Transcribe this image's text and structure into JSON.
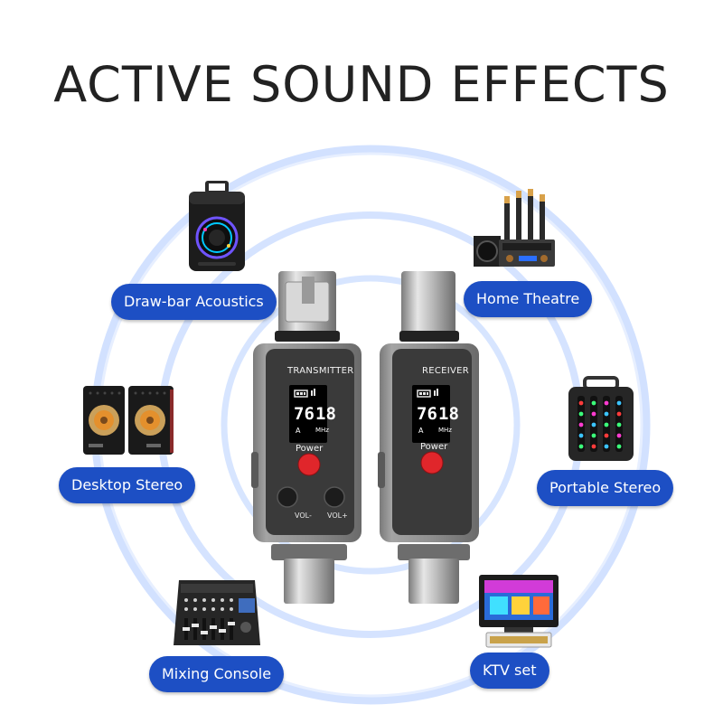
{
  "title": "ACTIVE SOUND EFFECTS",
  "labels": {
    "drawbar": "Draw-bar Acoustics",
    "home_theatre": "Home Theatre",
    "desktop_stereo": "Desktop Stereo",
    "portable_stereo": "Portable Stereo",
    "mixing_console": "Mixing Console",
    "ktv_set": "KTV set"
  },
  "transmitter": {
    "name": "TRANSMITTER",
    "display_channel": "76",
    "display_num": "18",
    "display_a": "A",
    "display_mhz": "MHz",
    "power_label": "Power",
    "vol_minus": "VOL-",
    "vol_plus": "VOL+"
  },
  "receiver": {
    "name": "RECEIVER",
    "display_channel": "76",
    "display_num": "18",
    "display_a": "A",
    "display_mhz": "MHz",
    "power_label": "Power"
  },
  "colors": {
    "pill": "#1d4fc4",
    "power_button": "#e0262b",
    "ring": "#cfe0ff"
  }
}
